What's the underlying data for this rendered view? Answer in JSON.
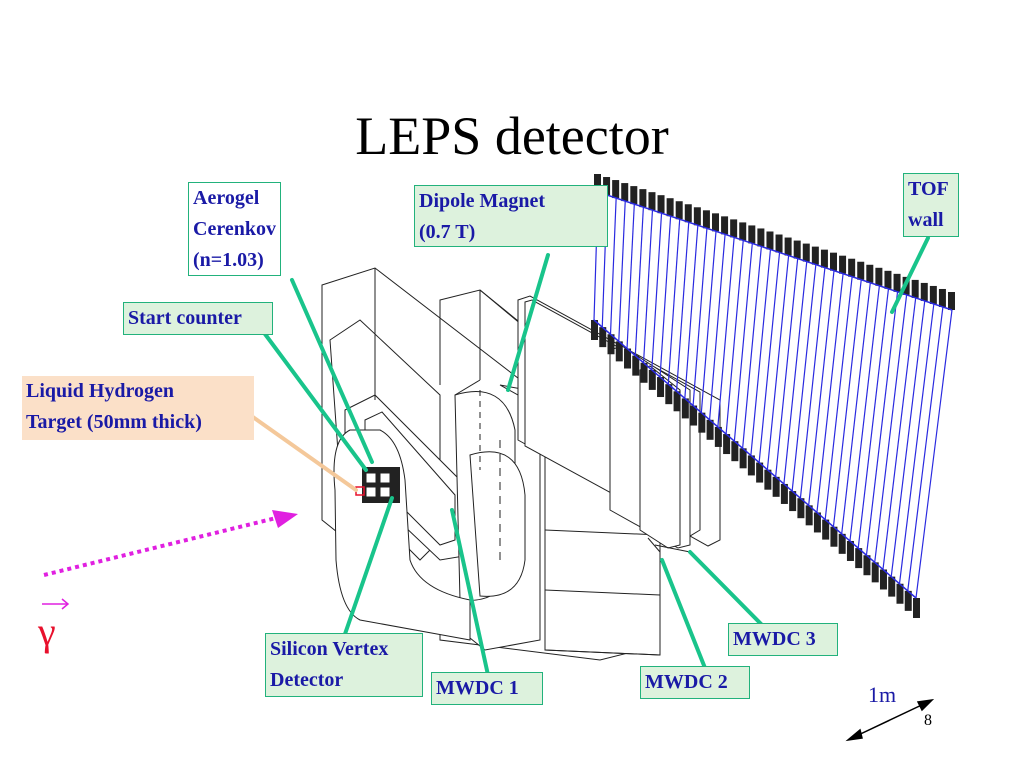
{
  "slide": {
    "title": "LEPS detector",
    "page_number": "8"
  },
  "labels": {
    "aerogel": [
      "Aerogel",
      "Cerenkov",
      "(n=1.03)"
    ],
    "dipole": [
      "Dipole Magnet",
      "(0.7 T)"
    ],
    "tof": [
      "TOF",
      "wall"
    ],
    "start_counter": "Start counter",
    "target": [
      "Liquid Hydrogen",
      "Target (50mm thick)"
    ],
    "svd": [
      "Silicon Vertex",
      "Detector"
    ],
    "mwdc1": "MWDC 1",
    "mwdc2": "MWDC 2",
    "mwdc3": "MWDC 3"
  },
  "beam": {
    "symbol": "γ",
    "color": "#e8102c",
    "arrow_color": "#e020e0"
  },
  "scale": {
    "text": "1m"
  },
  "colors": {
    "label_text": "#1a1aa6",
    "box_fill": "#ddf2dd",
    "box_border": "#22b27c",
    "pointer": "#19c48b",
    "target_box": "#fbe0c8",
    "target_pointer": "#f4c89a",
    "tof_lines": "#2a2ae0"
  }
}
